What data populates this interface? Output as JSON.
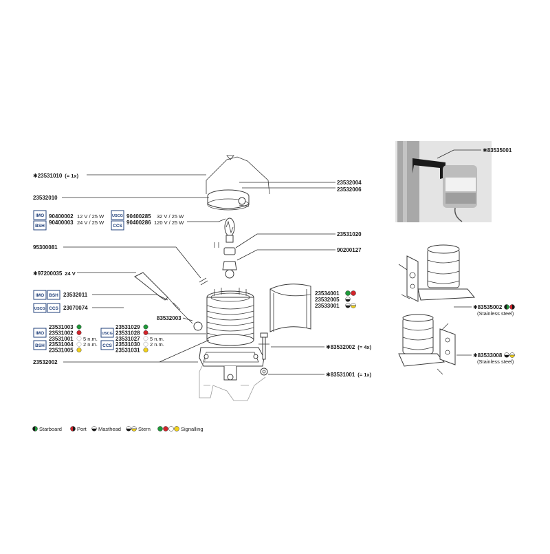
{
  "callouts": {
    "c23531010": {
      "star": "✱",
      "code": "23531010",
      "note": "(= 1x)"
    },
    "c23532004": {
      "code": "23532004"
    },
    "c23532006": {
      "code": "23532006"
    },
    "c23532010": {
      "code": "23532010"
    },
    "c23531020": {
      "code": "23531020"
    },
    "c90200127": {
      "code": "90200127"
    },
    "c95300081": {
      "code": "95300081"
    },
    "c97200035": {
      "star": "✱",
      "code": "97200035",
      "note": "24 V"
    },
    "c23532011": {
      "code": "23532011"
    },
    "c23070074": {
      "code": "23070074"
    },
    "c83532003": {
      "code": "83532003"
    },
    "c23534001": {
      "code": "23534001"
    },
    "c23532005": {
      "code": "23532005"
    },
    "c23533001": {
      "code": "23533001"
    },
    "c83532002": {
      "star": "✱",
      "code": "83532002",
      "note": "(= 4x)"
    },
    "c23532002": {
      "code": "23532002"
    },
    "c83531001": {
      "star": "✱",
      "code": "83531001",
      "note": "(= 1x)"
    },
    "c83535001": {
      "star": "✱",
      "code": "83535001"
    },
    "c83535002": {
      "star": "✱",
      "code": "83535002",
      "note": "(Stainless steel)"
    },
    "c83533008": {
      "star": "✱",
      "code": "83533008",
      "note": "(Stainless steel)"
    }
  },
  "bulbs": {
    "imo": "IMO",
    "bsh": "BSH",
    "uscg": "USCG",
    "ccs": "CCS",
    "row1": {
      "code": "90400002",
      "spec": "12 V / 25 W"
    },
    "row2": {
      "code": "90400003",
      "spec": "24 V / 25 W"
    },
    "row3": {
      "code": "90400285",
      "spec": "32 V / 25 W"
    },
    "row4": {
      "code": "90400286",
      "spec": "120 V / 25 W"
    }
  },
  "holders": {
    "imo": "IMO",
    "bsh": "BSH",
    "uscg": "USCG",
    "ccs": "CCS",
    "row1": {
      "code": "23532011"
    },
    "row2": {
      "code": "23070074"
    }
  },
  "lenses": {
    "imo": "IMO",
    "bsh": "BSH",
    "uscg": "USCG",
    "ccs": "CCS",
    "left": [
      {
        "code": "23531003",
        "extra": ""
      },
      {
        "code": "23531002",
        "extra": ""
      },
      {
        "code": "23531001",
        "extra": "5 n.m."
      },
      {
        "code": "23531004",
        "extra": "2 n.m."
      },
      {
        "code": "23531005",
        "extra": ""
      }
    ],
    "right": [
      {
        "code": "23531029",
        "extra": ""
      },
      {
        "code": "23531028",
        "extra": ""
      },
      {
        "code": "23531027",
        "extra": "5 n.m."
      },
      {
        "code": "23531030",
        "extra": "2 n.m."
      },
      {
        "code": "23531031",
        "extra": ""
      }
    ]
  },
  "legend": {
    "starboard": "Starboard",
    "port": "Port",
    "masthead": "Masthead",
    "stern": "Stern",
    "signalling": "Signalling"
  },
  "colors": {
    "green": "#1f9a3a",
    "red": "#d3232a",
    "yellow": "#f2d21b",
    "box_border": "#1f3f7a"
  }
}
